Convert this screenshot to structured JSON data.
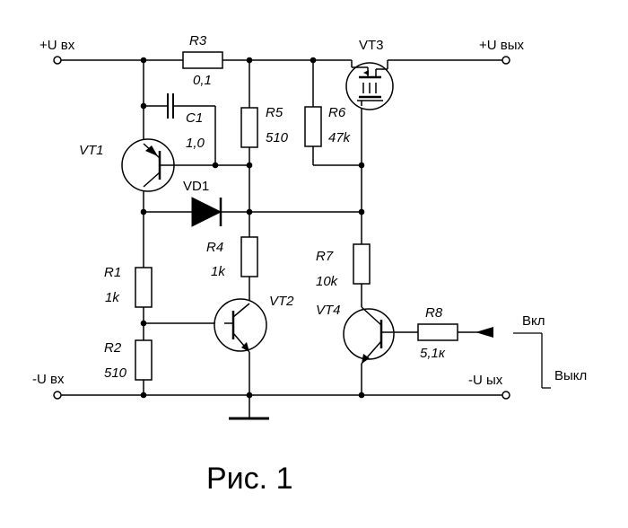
{
  "terminals": {
    "vin_pos": "+U вх",
    "vin_neg": "-U вх",
    "vout_pos": "+U вых",
    "vout_neg": "-U ых"
  },
  "components": {
    "r3": {
      "ref": "R3",
      "value": "0,1"
    },
    "r5": {
      "ref": "R5",
      "value": "510"
    },
    "r6": {
      "ref": "R6",
      "value": "47k"
    },
    "c1": {
      "ref": "C1",
      "value": "1,0"
    },
    "vt1": {
      "ref": "VT1"
    },
    "vt2": {
      "ref": "VT2"
    },
    "vt3": {
      "ref": "VT3"
    },
    "vt4": {
      "ref": "VT4"
    },
    "vd1": {
      "ref": "VD1"
    },
    "r4": {
      "ref": "R4",
      "value": "1k"
    },
    "r7": {
      "ref": "R7",
      "value": "10k"
    },
    "r1": {
      "ref": "R1",
      "value": "1k"
    },
    "r2": {
      "ref": "R2",
      "value": "510"
    },
    "r8": {
      "ref": "R8",
      "value": "5,1к"
    }
  },
  "switch": {
    "on": "Вкл",
    "off": "Выкл"
  },
  "caption": "Рис. 1"
}
